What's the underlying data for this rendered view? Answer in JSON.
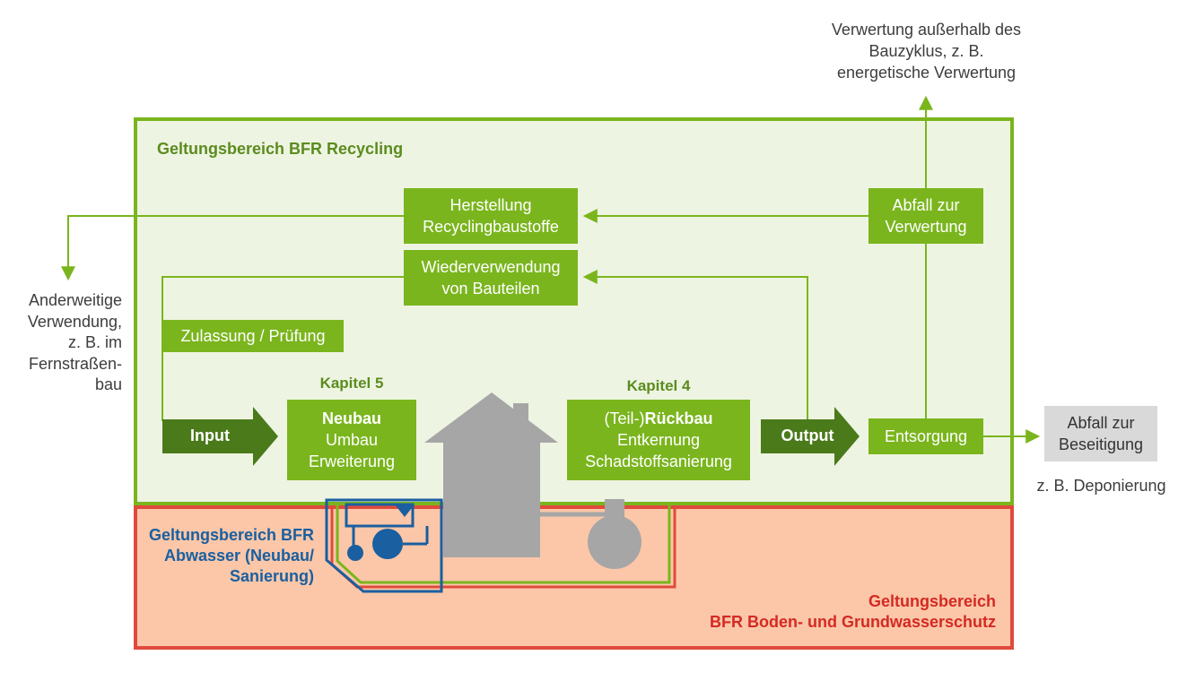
{
  "colors": {
    "green_frame": "#7ab51d",
    "green_fill": "#eef4e2",
    "green_box": "#7ab51d",
    "dark_green_arrow": "#4a7a1a",
    "red_frame": "#e04a3c",
    "red_fill": "#fbc7a8",
    "blue": "#1a5fa0",
    "grey_house": "#a6a6a6",
    "grey_box": "#d9d9d9",
    "label_green": "#5b8c1e",
    "label_red": "#d42a24"
  },
  "regions": {
    "recycling": "Geltungsbereich BFR Recycling",
    "abwasser": [
      "Geltungsbereich BFR",
      "Abwasser (Neubau/",
      "Sanierung)"
    ],
    "boden": [
      "Geltungsbereich",
      "BFR Boden- und Grundwasserschutz"
    ]
  },
  "nodes": {
    "herstellung": [
      "Herstellung",
      "Recyclingbaustoffe"
    ],
    "wiederverwendung": [
      "Wiederverwendung",
      "von Bauteilen"
    ],
    "zulassung": "Zulassung / Prüfung",
    "abfall_verwertung": [
      "Abfall zur",
      "Verwertung"
    ],
    "entsorgung": "Entsorgung",
    "neubau": {
      "bold": "Neubau",
      "lines": [
        "Umbau",
        "Erweiterung"
      ]
    },
    "rueckbau": {
      "prefix": "(Teil-)",
      "bold": "Rückbau",
      "lines": [
        "Entkernung",
        "Schadstoffsanierung"
      ]
    },
    "abfall_beseitigung": [
      "Abfall zur",
      "Beseitigung"
    ]
  },
  "chapters": {
    "k5": "Kapitel 5",
    "k4": "Kapitel 4"
  },
  "flow_arrows": {
    "input": "Input",
    "output": "Output"
  },
  "outside_labels": {
    "verwertung_top": [
      "Verwertung außerhalb des",
      "Bauzyklus, z. B.",
      "energetische Verwertung"
    ],
    "anderweitig": [
      "Anderweitige",
      "Verwendung,",
      "z. B. im",
      "Fernstraßen-",
      "bau"
    ],
    "deponierung": "z. B. Deponierung"
  }
}
